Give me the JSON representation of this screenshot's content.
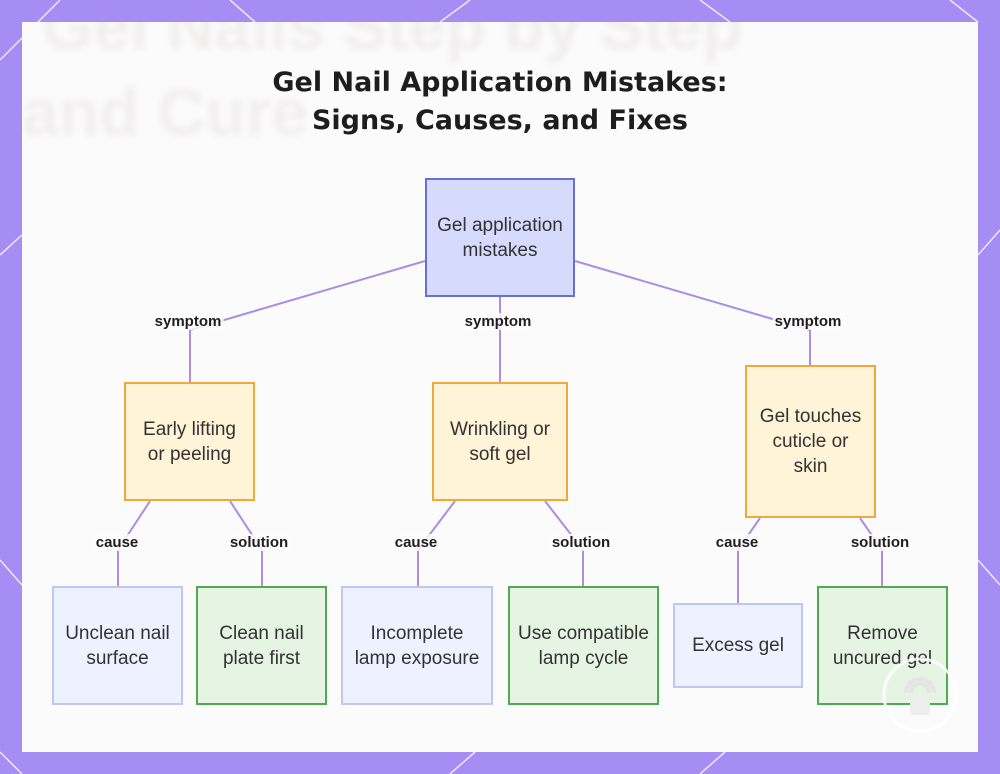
{
  "title": {
    "line1": "Gel Nail Application Mistakes:",
    "line2": "Signs, Causes, and Fixes"
  },
  "background_text": {
    "line1": "Gel Nails Step by Step",
    "line2": "and Cure"
  },
  "colors": {
    "frame": "#a58df3",
    "edge": "#a98ee3",
    "root_fill": "#d6dafc",
    "symptom_fill": "#fff3d8",
    "cause_fill": "#eef1ff",
    "fix_fill": "#e6f4e4"
  },
  "diagram": {
    "root": "Gel application mistakes",
    "edge_labels": {
      "symptom": "symptom",
      "cause": "cause",
      "solution": "solution"
    },
    "branches": [
      {
        "symptom": "Early lifting or peeling",
        "cause": "Unclean nail surface",
        "fix": "Clean nail plate first"
      },
      {
        "symptom": "Wrinkling or soft gel",
        "cause": "Incomplete lamp exposure",
        "fix": "Use compatible lamp cycle"
      },
      {
        "symptom": "Gel touches cuticle or skin",
        "cause": "Excess gel",
        "fix": "Remove uncured gel"
      }
    ]
  },
  "icons": {
    "watermark": "lock-icon"
  }
}
